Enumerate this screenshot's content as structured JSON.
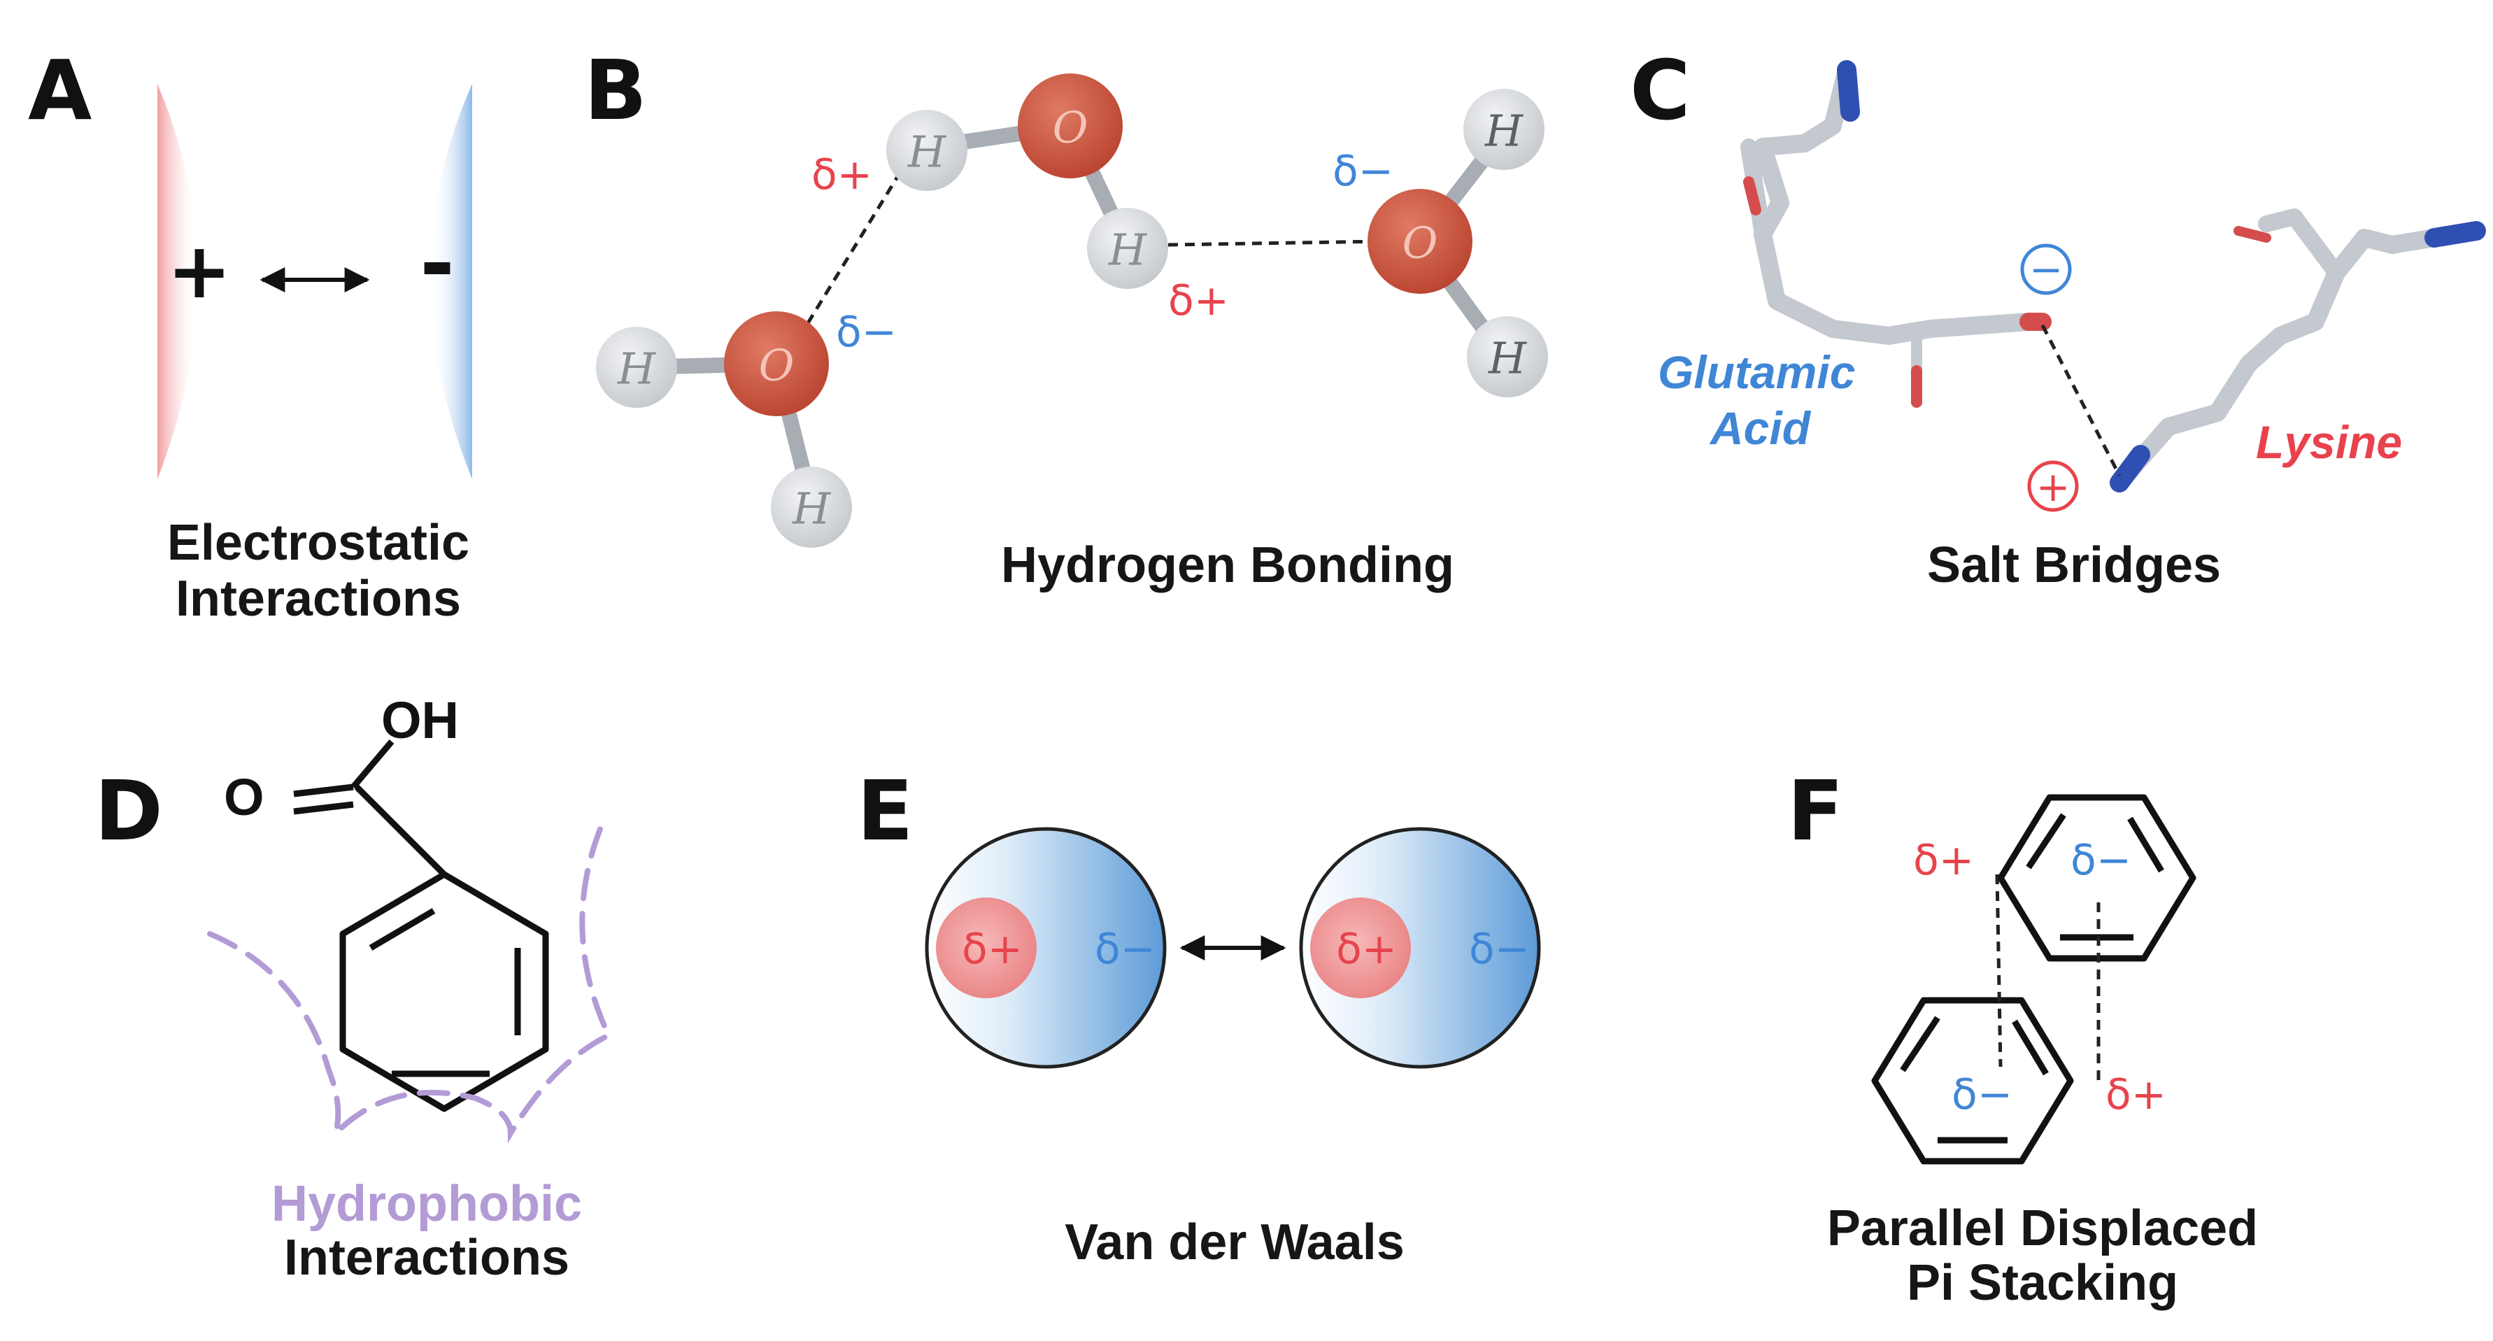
{
  "panels": {
    "a": {
      "letter": "A",
      "plus": "+",
      "minus": "-",
      "caption_line1": "Electrostatic",
      "caption_line2": "Interactions",
      "colors": {
        "positive": "#f4a3a5",
        "negative": "#9fc4ec"
      }
    },
    "b": {
      "letter": "B",
      "caption": "Hydrogen Bonding",
      "oxygen": "O",
      "hydrogen": "H",
      "delta_plus_1": "δ+",
      "delta_minus_1": "δ−",
      "delta_plus_2": "δ+",
      "delta_minus_2": "δ−",
      "colors": {
        "oxygen": "#c9523d",
        "hydrogen": "#d7dadd"
      }
    },
    "c": {
      "letter": "C",
      "caption": "Salt Bridges",
      "glutamic_line1": "Glutamic",
      "glutamic_line2": "Acid",
      "lysine": "Lysine",
      "minus_symbol": "−",
      "plus_symbol": "+",
      "colors": {
        "stick": "#c4c8cf",
        "nitrogen": "#2f4fb3",
        "oxygen": "#d44c4c"
      }
    },
    "d": {
      "letter": "D",
      "caption_line1": "Hydrophobic",
      "caption_line2": "Interactions",
      "oh": "OH",
      "o": "O",
      "colors": {
        "hydrophobic": "#b39bd6"
      }
    },
    "e": {
      "letter": "E",
      "caption": "Van der Waals",
      "delta_plus_left": "δ+",
      "delta_minus_left": "δ−",
      "delta_plus_right": "δ+",
      "delta_minus_right": "δ−"
    },
    "f": {
      "letter": "F",
      "caption_line1": "Parallel Displaced",
      "caption_line2": "Pi Stacking",
      "delta_plus_top": "δ+",
      "delta_minus_top": "δ−",
      "delta_minus_bottom": "δ−",
      "delta_plus_bottom": "δ+"
    }
  }
}
